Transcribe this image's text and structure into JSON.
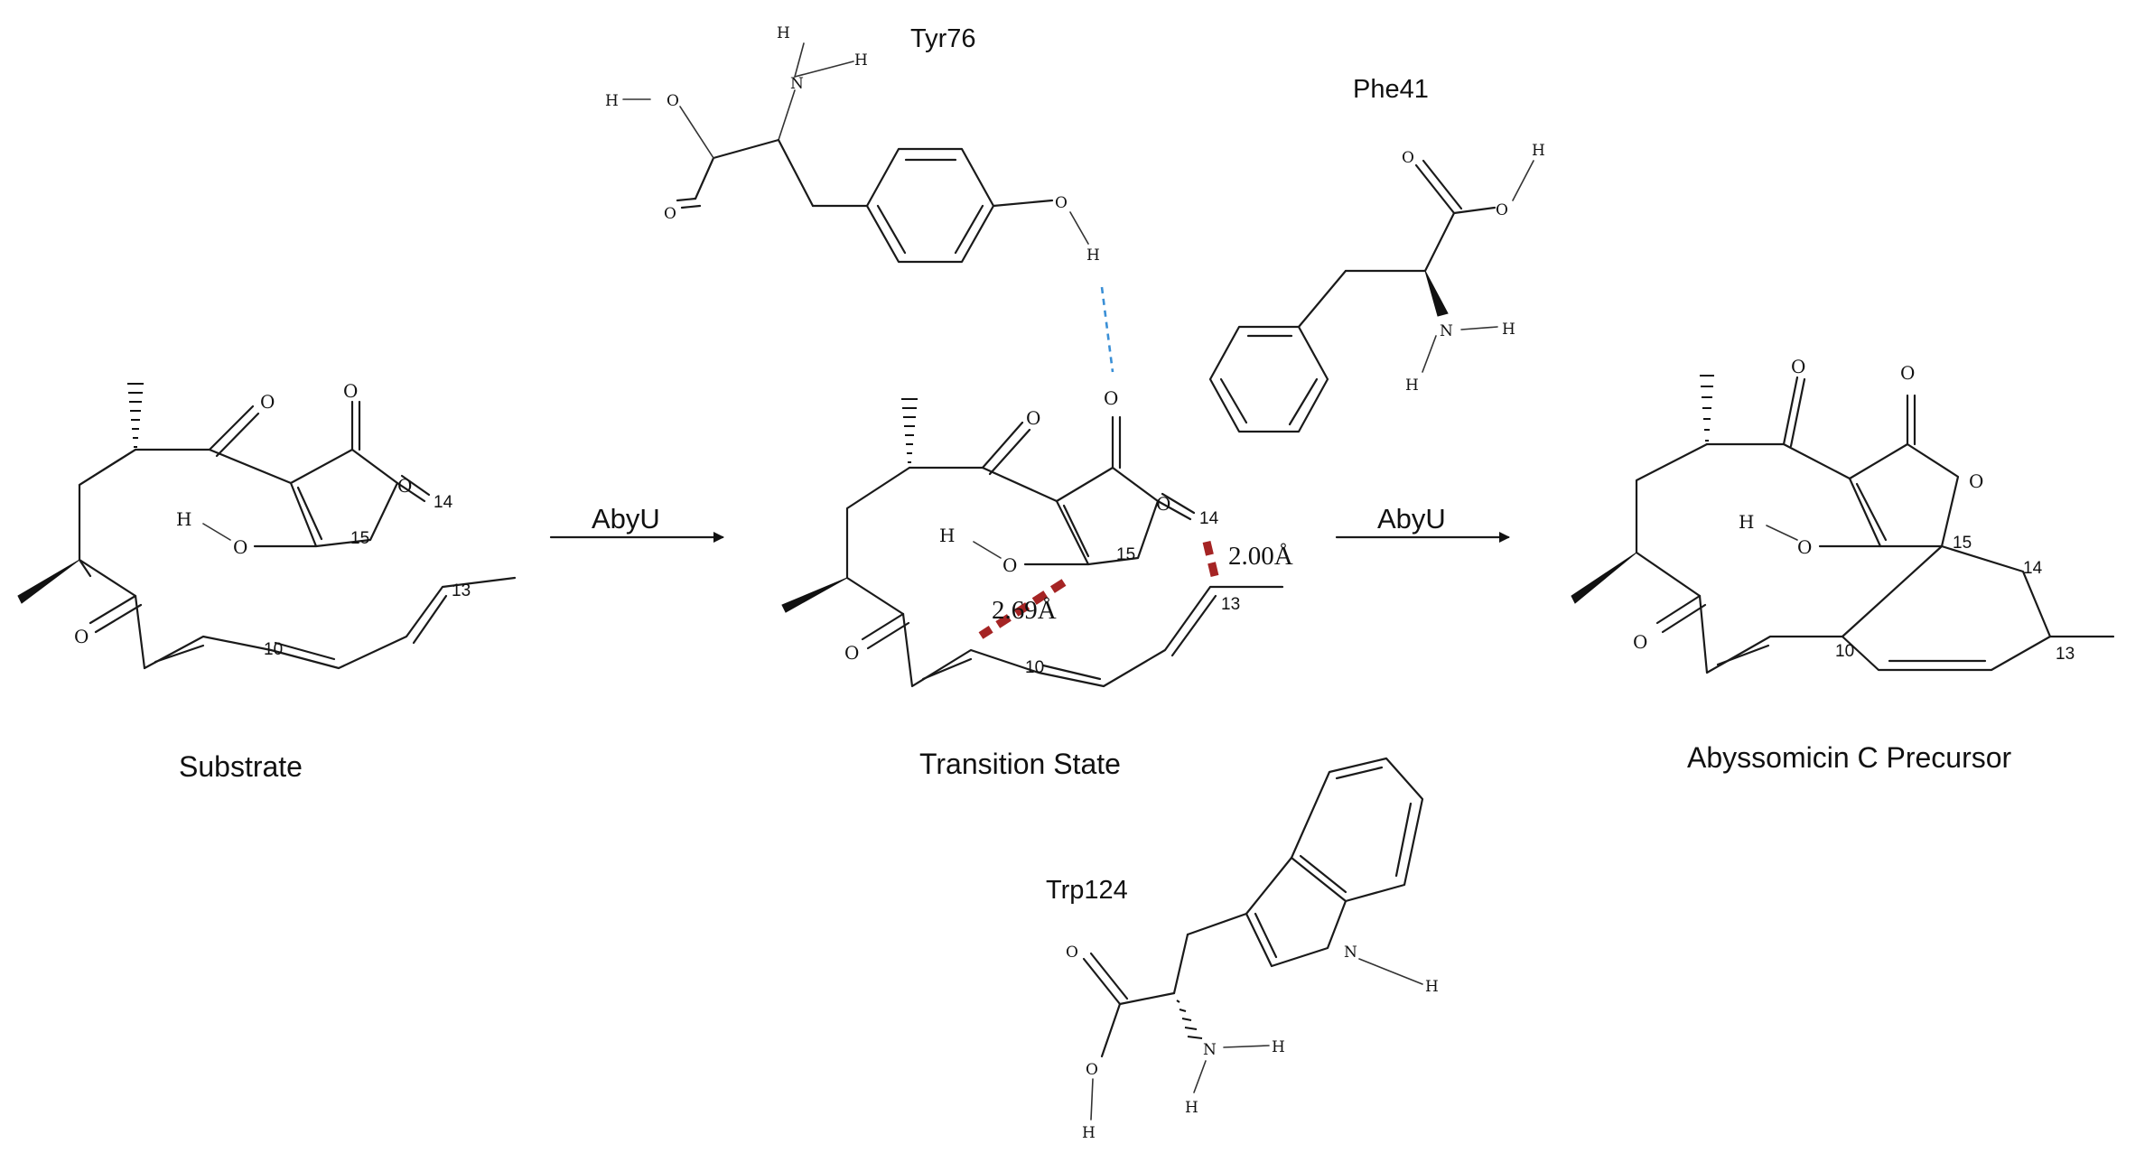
{
  "colors": {
    "bond": "#1a1a1a",
    "hbond": "#3a8fd6",
    "forming_bond": "#a52424",
    "background": "#ffffff"
  },
  "captions": {
    "substrate": "Substrate",
    "transition_state": "Transition State",
    "product": "Abyssomicin C Precursor"
  },
  "arrows": {
    "first": "AbyU",
    "second": "AbyU"
  },
  "residues": {
    "tyr": "Tyr76",
    "phe": "Phe41",
    "trp": "Trp124"
  },
  "distances": {
    "d1": "2.00Å",
    "d2": "2.69Å"
  },
  "atoms": {
    "O": "O",
    "H": "H",
    "N": "N"
  },
  "numbering": {
    "c10": "10",
    "c13": "13",
    "c14": "14",
    "c15": "15"
  }
}
